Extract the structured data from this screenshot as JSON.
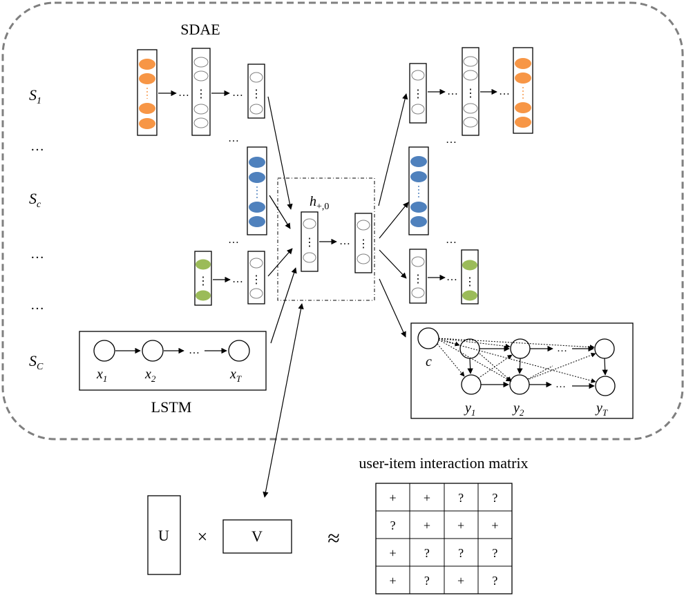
{
  "title": "SDAE",
  "lstm_label": "LSTM",
  "row_labels": [
    {
      "main": "S",
      "sub": "1"
    },
    {
      "main": "…",
      "sub": ""
    },
    {
      "main": "S",
      "sub": "c"
    },
    {
      "main": "…",
      "sub": ""
    },
    {
      "main": "…",
      "sub": ""
    },
    {
      "main": "S",
      "sub": "C"
    }
  ],
  "hidden_label": {
    "main": "h",
    "sub": "+,0"
  },
  "lstm_inputs": [
    {
      "main": "x",
      "sub": "1"
    },
    {
      "main": "x",
      "sub": "2"
    },
    {
      "main": "x",
      "sub": "T"
    }
  ],
  "decoder_outputs": [
    {
      "main": "y",
      "sub": "1"
    },
    {
      "main": "y",
      "sub": "2"
    },
    {
      "main": "y",
      "sub": "T"
    }
  ],
  "context_label": "c",
  "ellipsis": "…",
  "ellipsis_chain": "→ … →",
  "vdots": "⋮",
  "matrix_title": "user-item interaction matrix",
  "matrix_cells": [
    [
      "+",
      "+",
      "?",
      "?"
    ],
    [
      "?",
      "+",
      "+",
      "+"
    ],
    [
      "+",
      "?",
      "?",
      "?"
    ],
    [
      "+",
      "?",
      "+",
      "?"
    ]
  ],
  "factor_u": "U",
  "factor_v": "V",
  "times_symbol": "×",
  "approx_symbol": "≈",
  "colors": {
    "orange": "#F79646",
    "blue": "#4F81BD",
    "green": "#9BBB59",
    "frame": "#7F7F7F",
    "hollow_stroke": "#808080"
  }
}
